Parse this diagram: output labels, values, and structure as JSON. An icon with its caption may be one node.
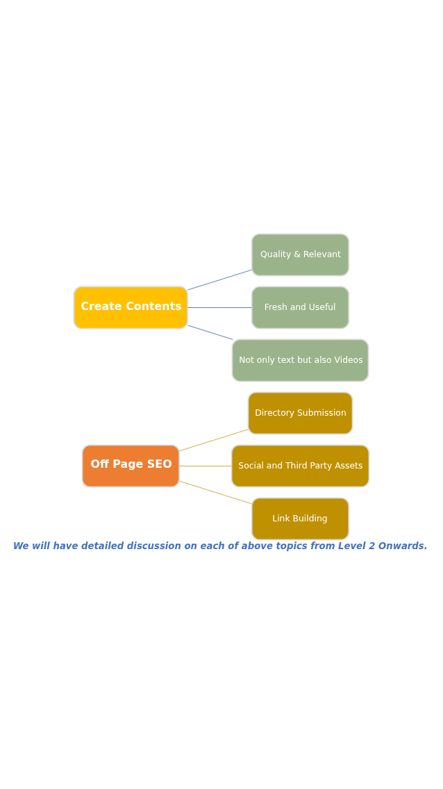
{
  "diagram": {
    "caption": "We will have detailed discussion on each of above topics from Level 2 Onwards.",
    "nodes": [
      {
        "text": [
          "Off Page SEO"
        ]
      },
      {
        "text": [
          "Directory Submission"
        ]
      },
      {
        "text": [
          "Social and Third Party Assets"
        ]
      },
      {
        "text": [
          "Link Building"
        ]
      },
      {
        "text": [
          "Create Contents"
        ]
      },
      {
        "text": [
          "Quality & Relevant"
        ]
      },
      {
        "text": [
          "Fresh and Useful"
        ]
      },
      {
        "text": [
          "Not only text but also Videos"
        ]
      }
    ],
    "edges": [
      {
        "from": 0,
        "to": 1,
        "arrow": "none",
        "color": "#c9a227"
      },
      {
        "from": 0,
        "to": 2,
        "arrow": "none",
        "color": "#c9a227"
      },
      {
        "from": 0,
        "to": 3,
        "arrow": "none",
        "color": "#c9a227"
      },
      {
        "from": 4,
        "to": 5,
        "arrow": "none",
        "color": "#4a6fa5"
      },
      {
        "from": 4,
        "to": 6,
        "arrow": "none",
        "color": "#4a6fa5"
      },
      {
        "from": 4,
        "to": 7,
        "arrow": "none",
        "color": "#4a6fa5"
      }
    ]
  }
}
